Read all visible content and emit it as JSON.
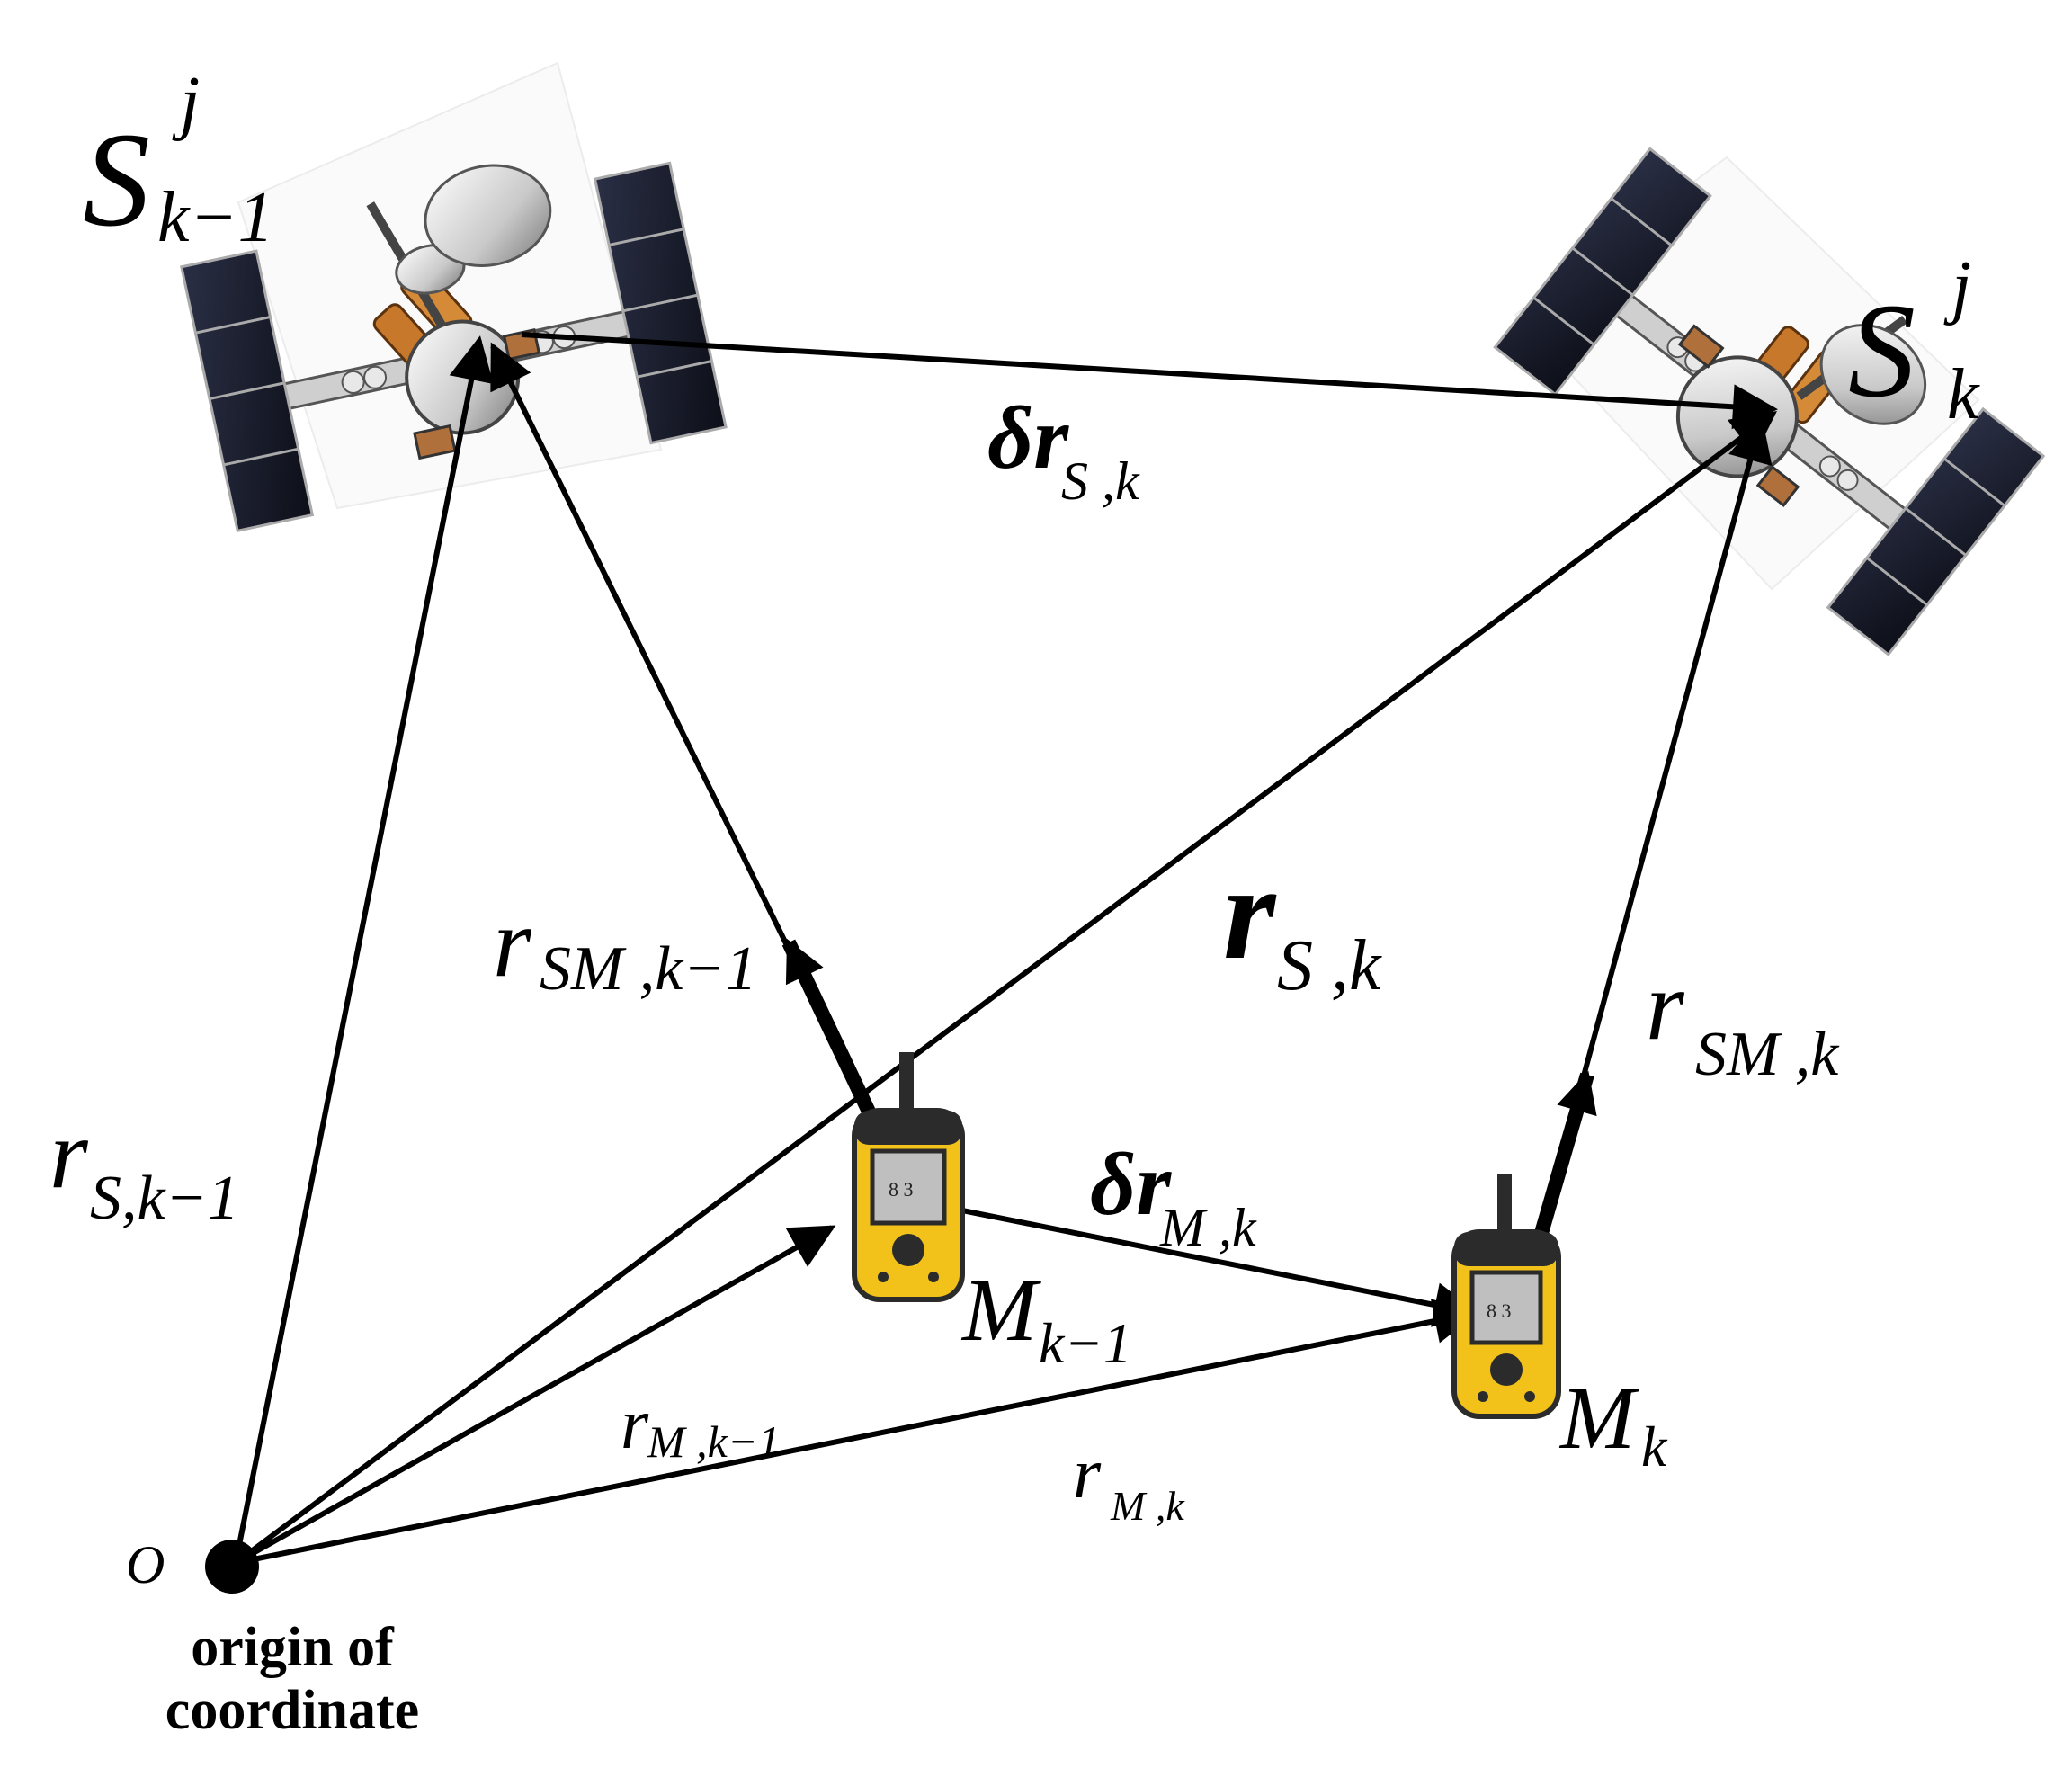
{
  "colors": {
    "ink": "#000000",
    "device_body": "#f2c21a",
    "device_dark": "#2b2b2b",
    "panel": "#1d2233",
    "dish": "#d8d8d8",
    "gold": "#c8782a"
  },
  "icons": {
    "satellite_prev": "satellite-icon",
    "satellite_curr": "satellite-icon",
    "receiver_prev": "gps-receiver-icon",
    "receiver_curr": "gps-receiver-icon"
  },
  "labels": {
    "sat_prev": {
      "base": "S",
      "sup": "j",
      "sub": "k−1"
    },
    "sat_curr": {
      "base": "S",
      "sup": "j",
      "sub": "k"
    },
    "delta_r_s": {
      "base": "δr⃗",
      "sub": "S ,k"
    },
    "r_s_k": {
      "base": "r⃗",
      "sub": "S ,k"
    },
    "r_sm_prev": {
      "base": "r⃗",
      "sub": "SM ,k−1"
    },
    "r_sm_curr": {
      "base": "r⃗",
      "sub": "SM ,k"
    },
    "r_s_prev": {
      "base": "r⃗",
      "sub": "S,k−1"
    },
    "delta_r_m": {
      "base": "δr⃗",
      "sub": "M ,k"
    },
    "m_prev": {
      "base": "M",
      "sub": "k−1"
    },
    "m_curr": {
      "base": "M",
      "sub": "k"
    },
    "r_m_prev": {
      "base": "r⃗",
      "sub": "M ,k−1"
    },
    "r_m_curr": {
      "base": "r⃗",
      "sub": "M ,k"
    },
    "origin": "O"
  },
  "caption": {
    "line1": "origin of",
    "line2": "coordinate"
  }
}
